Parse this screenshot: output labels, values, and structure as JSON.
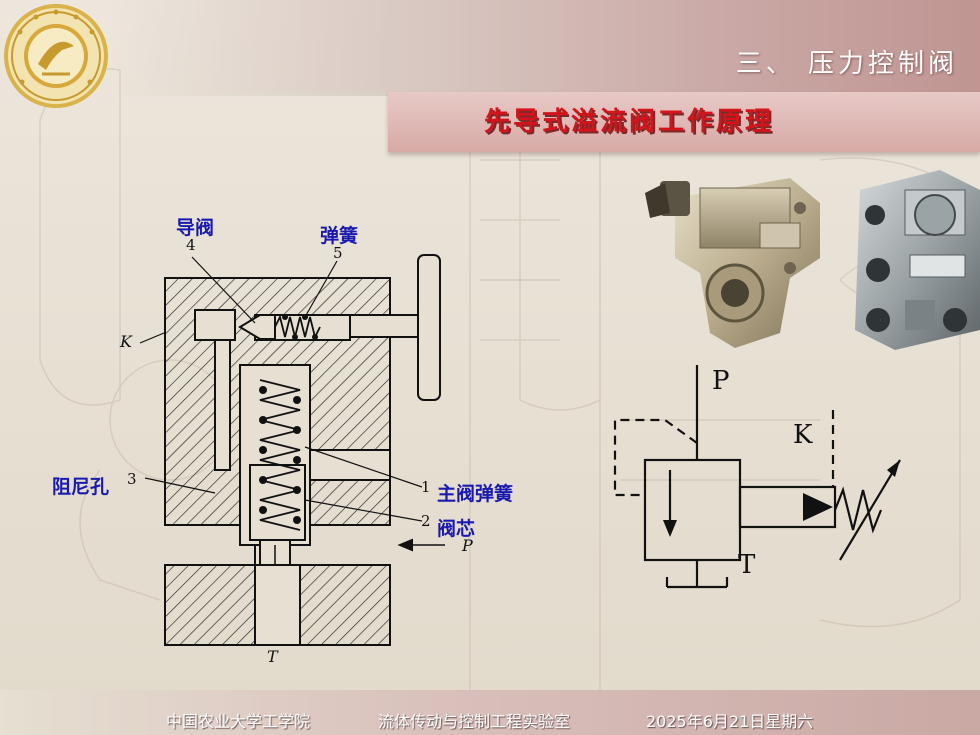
{
  "header": {
    "section_title": "三、 压力控制阀",
    "subtitle": "先导式溢流阀工作原理"
  },
  "diagram": {
    "labels": {
      "pilot_valve": "导阀",
      "spring": "弹簧",
      "damping_hole": "阻尼孔",
      "main_spring": "主阀弹簧",
      "spool": "阀芯"
    },
    "numbers": {
      "n1": "1",
      "n2": "2",
      "n3": "3",
      "n4": "4",
      "n5": "5"
    },
    "ports": {
      "k": "K",
      "p": "P",
      "t": "T"
    }
  },
  "symbol": {
    "p": "P",
    "k": "K",
    "t": "T"
  },
  "footer": {
    "university": "中国农业大学工学院",
    "lab": "流体传动与控制工程实验室",
    "date": "2025年6月21日星期六"
  },
  "colors": {
    "title_red": "#d4141a",
    "label_blue": "#1a1ab0"
  }
}
